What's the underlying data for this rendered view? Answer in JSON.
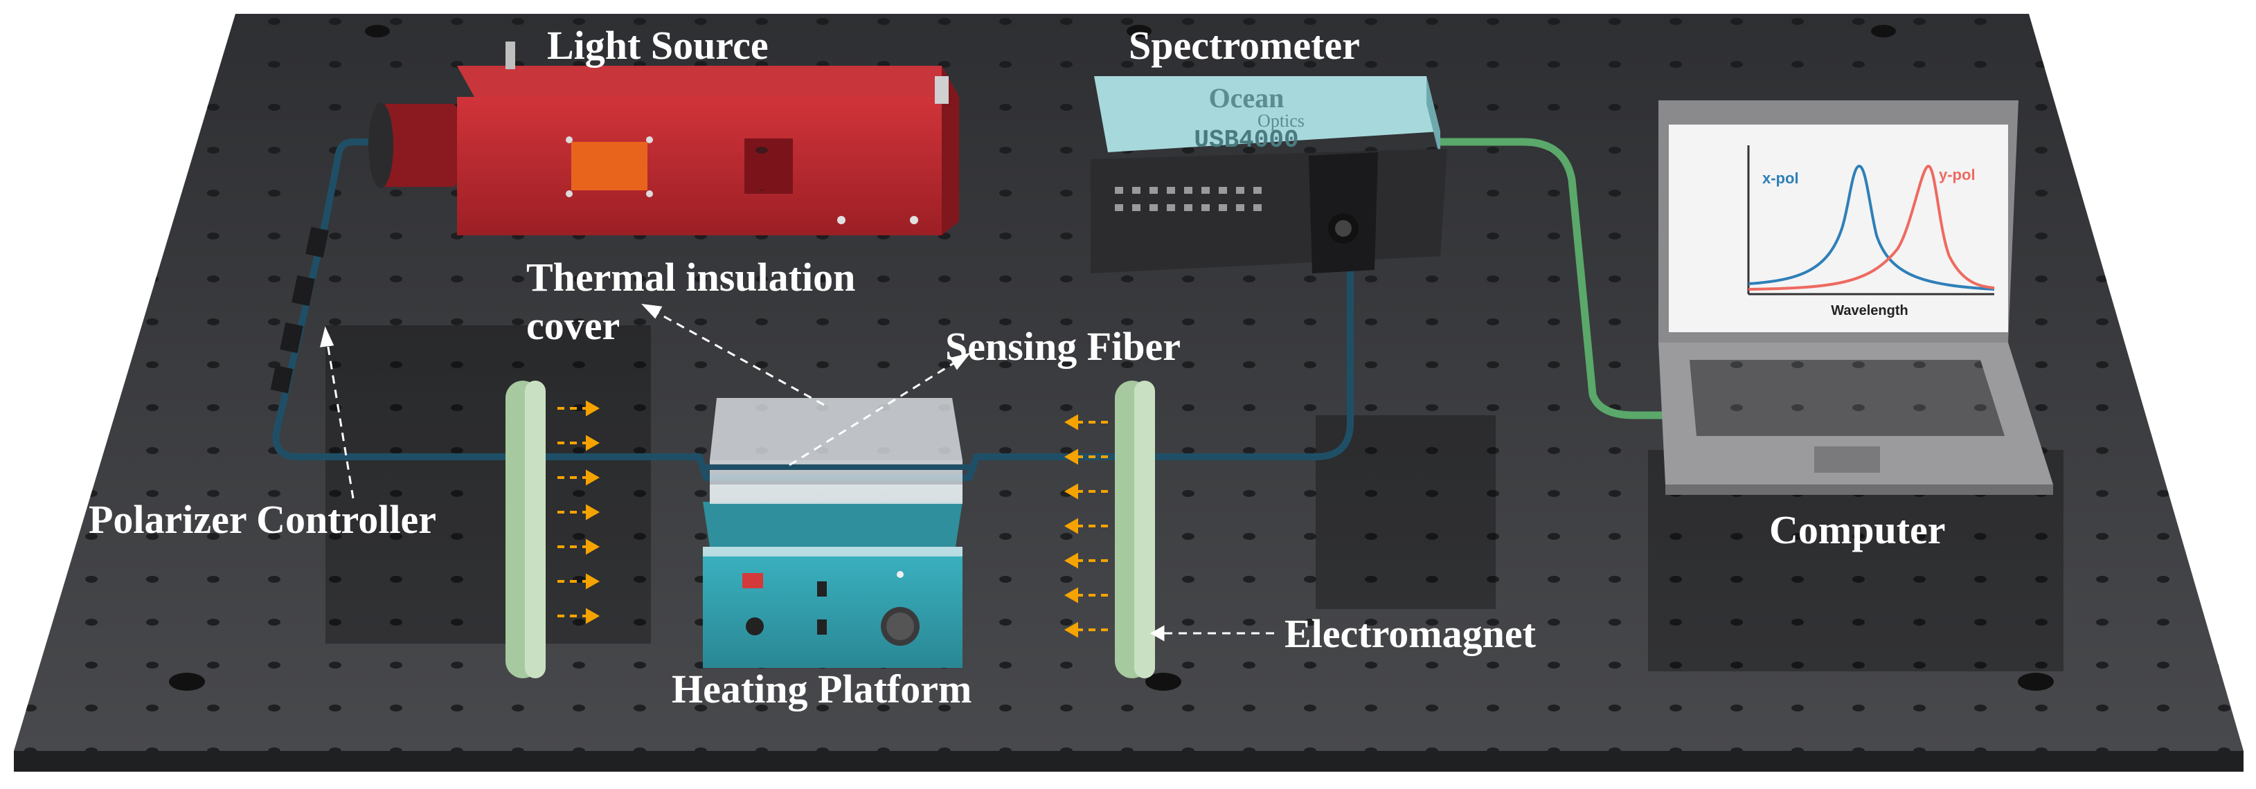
{
  "labels": {
    "light_source": "Light Source",
    "spectrometer": "Spectrometer",
    "thermal_insulation_line1": "Thermal insulation",
    "thermal_insulation_line2": "cover",
    "sensing_fiber": "Sensing Fiber",
    "polarizer_controller": "Polarizer Controller",
    "heating_platform": "Heating Platform",
    "electromagnet": "Electromagnet",
    "computer": "Computer"
  },
  "spectrometer_brand": {
    "line1": "Ocean",
    "line2": "Optics",
    "model": "USB4000"
  },
  "screen_plot": {
    "series": [
      {
        "name": "x-pol",
        "color": "#2f7fb8"
      },
      {
        "name": "y-pol",
        "color": "#ee6a60"
      }
    ],
    "xlabel": "Wavelength"
  },
  "colors": {
    "table": "#3b3c3f",
    "light_source": "#b5262c",
    "spectrometer_top": "#a7d8dc",
    "fiber": "#1f4f66",
    "usb_cable": "#5aa86a",
    "arrows": "#f5a300",
    "electromagnet": "#b9d8b2",
    "heater_body": "#33a1b0"
  }
}
